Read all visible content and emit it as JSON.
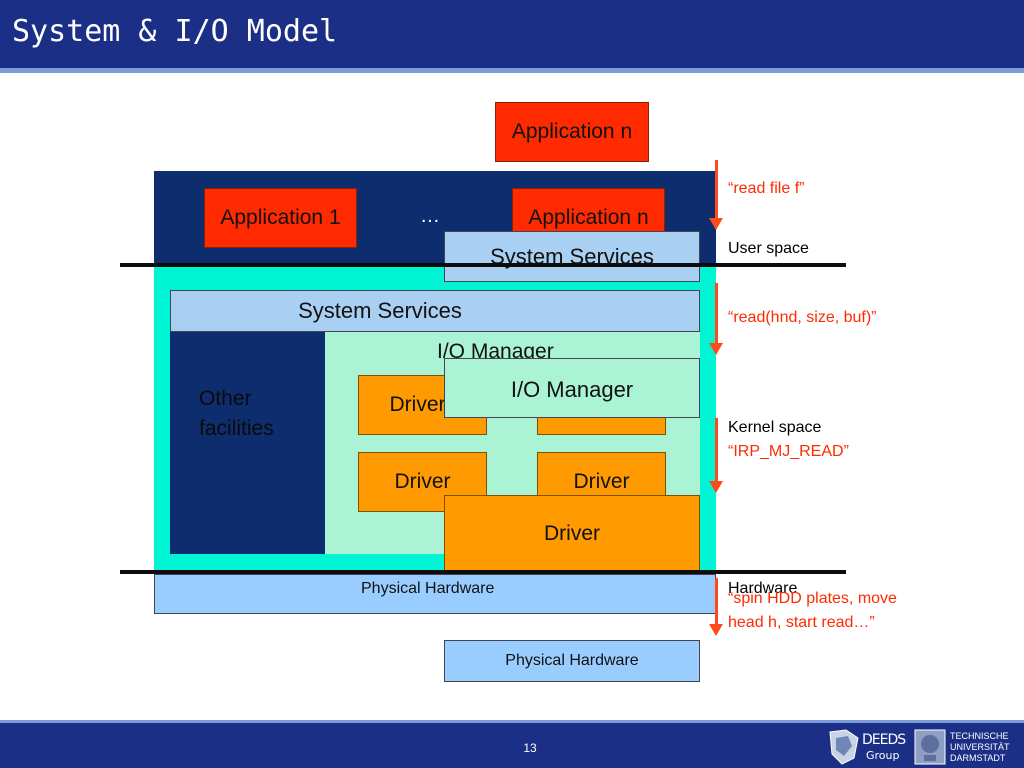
{
  "slide": {
    "title": "System & I/O Model",
    "page_number": "13"
  },
  "diagram": {
    "app_n_top": "Application n",
    "app_1": "Application 1",
    "ellipsis": "…",
    "app_n_inner": "Application n",
    "system_services_overlay": "System Services",
    "system_services_kernel": "System Services",
    "other_facilities": "Other facilities",
    "io_manager_bg": "I/O Manager",
    "io_manager_overlay": "I/O Manager",
    "driver_1": "Driver",
    "driver_2": "Driver",
    "driver_3": "Driver",
    "driver_overlay": "Driver",
    "physical_hardware_wide": "Physical Hardware",
    "physical_hardware_small": "Physical Hardware"
  },
  "annotations": {
    "read_file": "“read file f”",
    "user_space": "User space",
    "read_call": "“read(hnd, size, buf)”",
    "kernel_space": "Kernel space",
    "irp": "“IRP_MJ_READ”",
    "hardware": "Hardware",
    "spin_line1": "“spin HDD plates, move",
    "spin_line2": "head h, start read…”"
  },
  "logos": {
    "deeds_line1": "DEEDS",
    "deeds_line2": "Group",
    "tu_line1": "TECHNISCHE",
    "tu_line2": "UNIVERSITÄT",
    "tu_line3": "DARMSTADT"
  },
  "colors": {
    "header": "#1b2f86",
    "accent_red": "#ff2a00",
    "driver_orange": "#ff9a00",
    "kernel_cyan": "#00f5d4",
    "navy": "#0e2d6e"
  }
}
